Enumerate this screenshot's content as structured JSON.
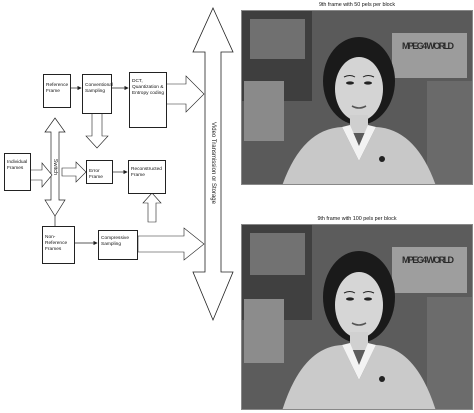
{
  "diagram": {
    "blocks": {
      "individual_frames": "Individual Frames",
      "reference_frame": "Reference Frame",
      "conventional_sampling": "Conventional Sampling",
      "dct_quant": "DCT, Quantization & Entropy coding",
      "error_frame": "Error Frame",
      "reconstructed_frame": "Reconstructed Frame",
      "non_reference_frames": "Non-Reference Frames",
      "compressive_sampling": "Compressive Sampling"
    },
    "switch_label": "Switch",
    "transmission_label": "Video Transmission or Storage"
  },
  "photos": [
    {
      "title": "9th frame with 50 pels per block",
      "logo": "MPEG4 WORLD"
    },
    {
      "title": "9th frame with 100 pels per block",
      "logo": "MPEG4 WORLD"
    }
  ]
}
